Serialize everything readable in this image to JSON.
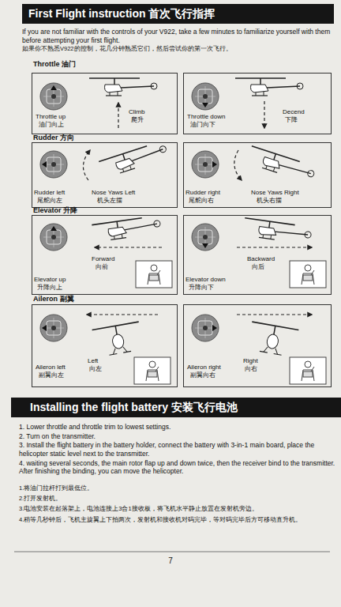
{
  "diagram": {
    "title": "First Flight instruction 首次飞行指挥",
    "nodes": [
      {
        "text": [
          "Throttle up",
          "油门向上",
          "Climb",
          "爬升"
        ]
      },
      {
        "text": [
          "Throttle down",
          "油门向下",
          "Decend",
          "下降"
        ]
      },
      {
        "text": [
          "Rudder left",
          "尾舵向左",
          "Nose Yaws Left",
          "机头左摆"
        ]
      },
      {
        "text": [
          "Rudder right",
          "尾舵向右",
          "Nose Yaws Right",
          "机头右摆"
        ]
      },
      {
        "text": [
          "Elevator up",
          "升降向上",
          "Forward",
          "向前"
        ]
      },
      {
        "text": [
          "Elevator down",
          "升降向下",
          "Backward",
          "向后"
        ]
      },
      {
        "text": [
          "Aileron left",
          "副翼向左",
          "Left",
          "向左"
        ]
      },
      {
        "text": [
          "Aileron right",
          "副翼向右",
          "Right",
          "向右"
        ]
      },
      {
        "text": [
          "Installing the flight battery 安装飞行电池"
        ]
      }
    ],
    "labels": [
      "If you are not familiar with the controls of your V922, take a few minutes to familiarize yourself with them before attempting your first flight.",
      "如果你不熟悉V922的控制，花几分钟熟悉它们，然后尝试你的第一次飞行。",
      "Throttle 油门",
      "Rudder 方向",
      "Elevator 升降",
      "Aileron 副翼",
      "1. Lower throttle and throttle trim to lowest settings.",
      "2. Turn on the transmitter.",
      "3. Install the flight battery in the battery holder, connect the battery with 3-in-1 main board, place the helicopter static level next to the transmitter.",
      "4. waiting several seconds, the main rotor flap up and down twice, then the receiver bind to the transmitter. After finishing the binding, you can move the helicopter.",
      "1.将油门拉杆打到最低位。",
      "2.打开发射机。",
      "3.电池安装在起落架上，电池连接上3合1接收板，将飞机水平静止放置在发射机旁边。",
      "4.稍等几秒钟后，飞机主旋翼上下拍两次，发射机和接收机对码完毕，等对码完毕后方可移动直升机。",
      "7"
    ]
  }
}
